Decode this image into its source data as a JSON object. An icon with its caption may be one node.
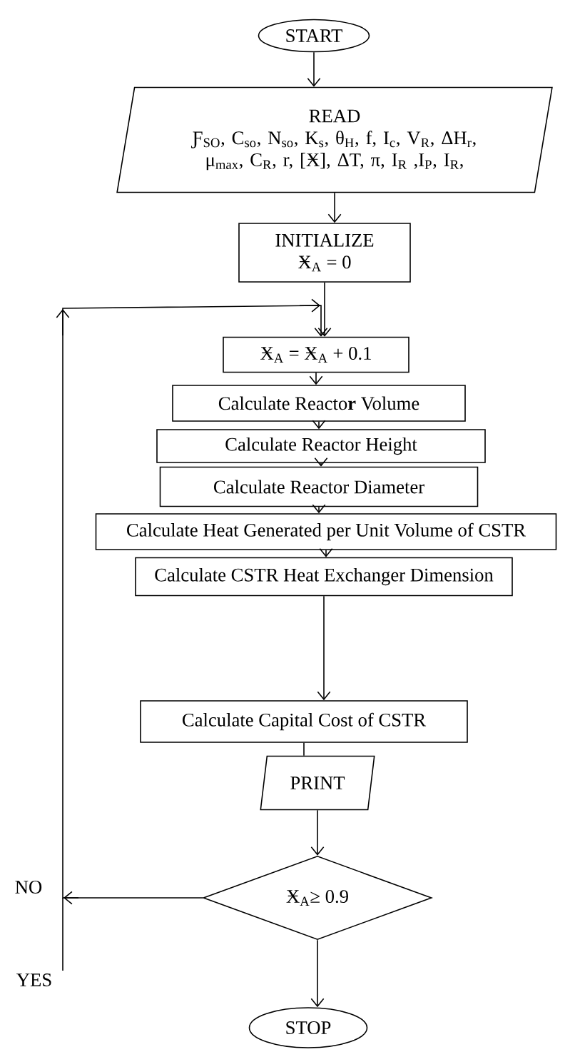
{
  "diagram": {
    "nodes": [
      {
        "text": [
          "START"
        ]
      },
      {
        "text": [
          "READ",
          "Ƒ$_{SO}$, C$_{so}$, N$_{so}$, K$_{s}$, θ$_{H}$, f, I$_{c}$, V$_{R}$, ΔH$_{r}$, μ$_{max}$, C$_{R}$, r, [Ӿ], ΔT, π, I$_{R}$ ,I$_{P}$, I$_{R}$,"
        ]
      },
      {
        "text": [
          "INITIALIZE",
          "Ӿ$_{A}$ = 0"
        ]
      },
      {
        "text": [
          "Ӿ$_{A}$ = Ӿ$_{A}$ + 0.1"
        ]
      },
      {
        "text": [
          "Calculate Reacto**r** Volume"
        ]
      },
      {
        "text": [
          "Calculate Reactor Height"
        ]
      },
      {
        "text": [
          "Calculate Reactor Diameter"
        ]
      },
      {
        "text": [
          "Calculate Heat Generated per Unit Volume of CSTR"
        ]
      },
      {
        "text": [
          "Calculate CSTR Heat Exchanger Dimension"
        ]
      },
      {
        "text": [
          "Calculate Capital Cost of CSTR"
        ]
      },
      {
        "text": [
          "PRINT"
        ]
      },
      {
        "text": [
          "Ӿ$_{A}$≥ 0.9"
        ]
      },
      {
        "text": [
          "STOP"
        ]
      }
    ],
    "edges": [
      {
        "from": 0,
        "to": 1,
        "arrow": "to"
      },
      {
        "from": 1,
        "to": 2,
        "arrow": "to"
      },
      {
        "from": 2,
        "to": 3,
        "arrow": "to"
      },
      {
        "from": 3,
        "to": 4,
        "arrow": "to"
      },
      {
        "from": 4,
        "to": 5,
        "arrow": "to"
      },
      {
        "from": 5,
        "to": 6,
        "arrow": "to"
      },
      {
        "from": 6,
        "to": 7,
        "arrow": "to"
      },
      {
        "from": 7,
        "to": 8,
        "arrow": "to"
      },
      {
        "from": 8,
        "to": 9,
        "arrow": "to"
      },
      {
        "from": 9,
        "to": 10,
        "arrow": "none"
      },
      {
        "from": 10,
        "to": 11,
        "arrow": "to"
      },
      {
        "from": 11,
        "to": 3,
        "arrow": "to"
      },
      {
        "from": 11,
        "to": 12,
        "arrow": "to"
      }
    ],
    "labels": [
      "NO",
      "YES"
    ]
  }
}
